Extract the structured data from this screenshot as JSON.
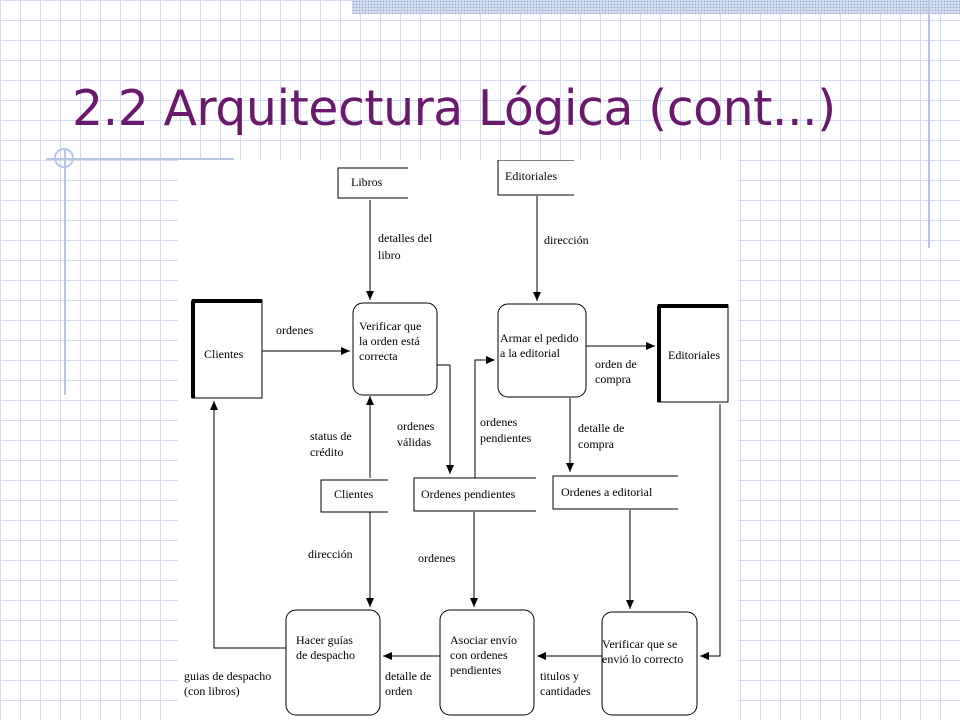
{
  "title": "2.2 Arquitectura Lógica (cont...)",
  "diagram": {
    "entities": {
      "clientes": "Clientes",
      "editoriales": "Editoriales"
    },
    "stores": {
      "libros": "Libros",
      "editoriales": "Editoriales",
      "clientes": "Clientes",
      "ordenes_pendientes": "Ordenes pendientes",
      "ordenes_editorial": "Ordenes a editorial"
    },
    "processes": {
      "verificar_orden": [
        "Verificar que",
        "la orden está",
        "correcta"
      ],
      "armar_pedido": [
        "Armar el pedido",
        "a la editorial"
      ],
      "hacer_guias": [
        "Hacer guías",
        "de despacho"
      ],
      "asociar_envio": [
        "Asociar envío",
        "con ordenes",
        "pendientes"
      ],
      "verificar_envio": [
        "Verificar que se",
        "envió lo correcto"
      ]
    },
    "flows": {
      "detalles_libro": [
        "detalles del",
        "libro"
      ],
      "direccion_top": [
        "dirección"
      ],
      "ordenes": [
        "ordenes"
      ],
      "orden_compra": [
        "orden de",
        "compra"
      ],
      "ordenes_validas": [
        "ordenes",
        "válidas"
      ],
      "ordenes_pendientes": [
        "ordenes",
        "pendientes"
      ],
      "detalle_compra": [
        "detalle de",
        "compra"
      ],
      "status_credito": [
        "status de",
        "crédito"
      ],
      "direccion_bottom": [
        "dirección"
      ],
      "ordenes_bottom": [
        "ordenes"
      ],
      "guias_despacho": [
        "guias de despacho",
        "(con libros)"
      ],
      "detalle_orden": [
        "detalle de",
        "orden"
      ],
      "titulos_cantidades": [
        "titulos y",
        "cantidades"
      ]
    }
  }
}
